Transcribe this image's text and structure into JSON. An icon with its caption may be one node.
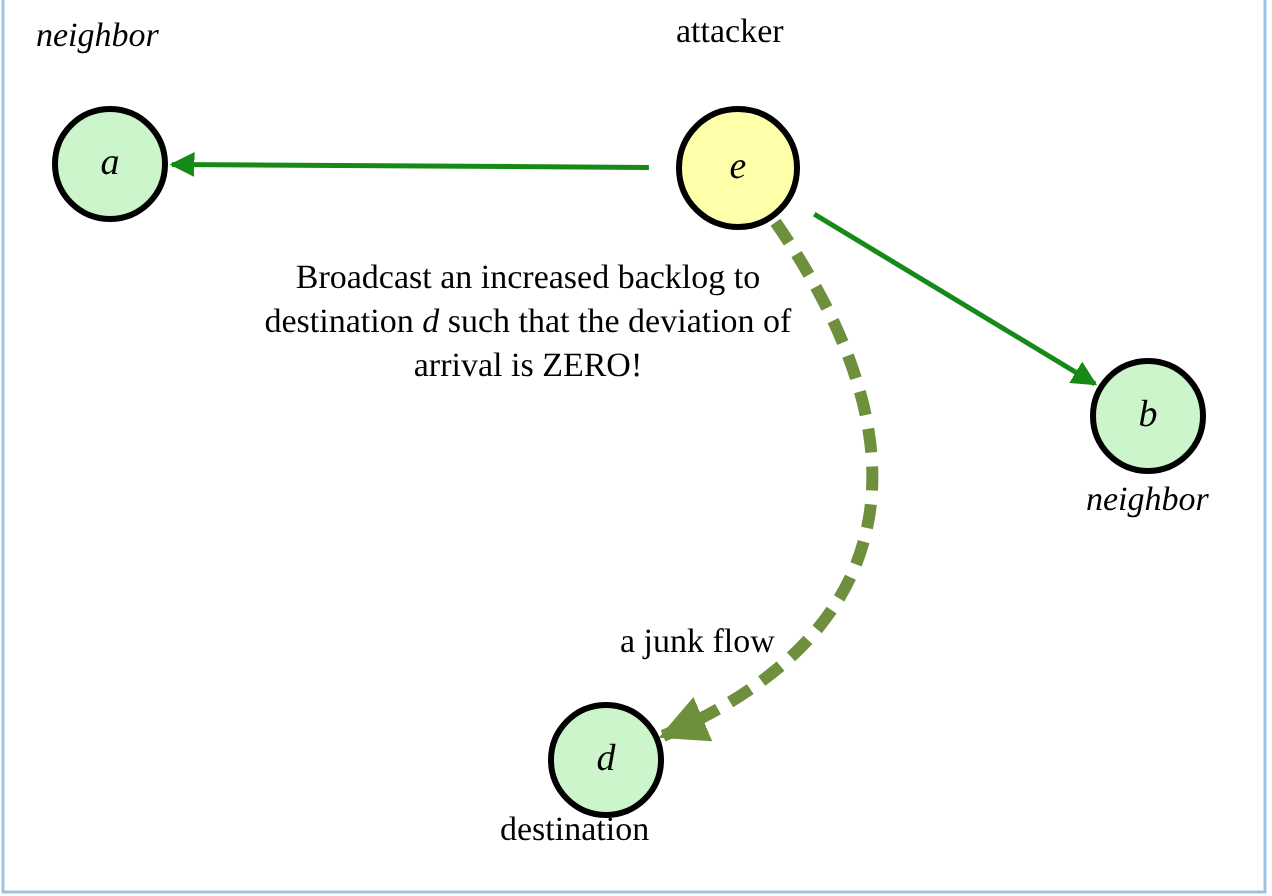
{
  "diagram": {
    "nodes": [
      {
        "text": [
          "a"
        ],
        "beside": [
          "neighbor"
        ]
      },
      {
        "text": [
          "e"
        ],
        "beside": [
          "attacker"
        ]
      },
      {
        "text": [
          "b"
        ],
        "beside": [
          "neighbor"
        ]
      },
      {
        "text": [
          "d"
        ],
        "beside": [
          "destination"
        ]
      }
    ],
    "edges": [
      {
        "from": 1,
        "to": 0,
        "arrow": "to",
        "color": "#168a16"
      },
      {
        "from": 1,
        "to": 2,
        "arrow": "to",
        "color": "#168a16"
      },
      {
        "from": 1,
        "to": 3,
        "arrow": "to",
        "style": "dashed",
        "color": "#6e8f3c",
        "label": "a junk flow"
      }
    ],
    "labels": [
      "Broadcast an increased backlog to destination *d* such that the deviation of arrival is ZERO!"
    ]
  }
}
